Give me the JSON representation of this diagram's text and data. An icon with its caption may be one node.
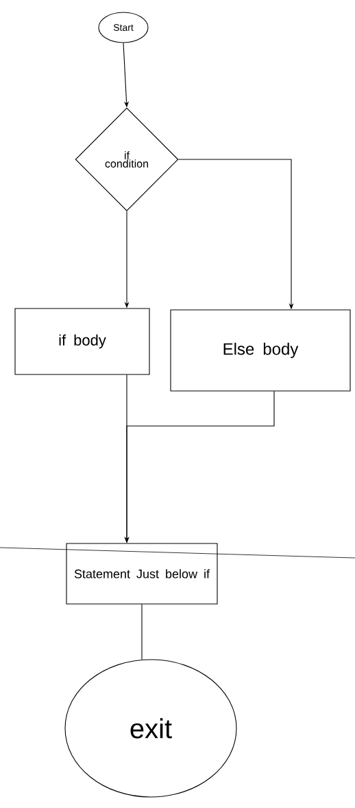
{
  "diagram": {
    "nodes": [
      {
        "text": [
          "Start"
        ]
      },
      {
        "text": [
          "if condition"
        ]
      },
      {
        "text": [
          "if body"
        ]
      },
      {
        "text": [
          "Else body"
        ]
      },
      {
        "text": [
          "Statement Just below if"
        ]
      },
      {
        "text": [
          "exit"
        ]
      }
    ],
    "edges": [
      {
        "from": 0,
        "to": 1,
        "arrow": "to"
      },
      {
        "from": 1,
        "to": 2,
        "arrow": "to"
      },
      {
        "from": 1,
        "to": 3,
        "arrow": "to"
      },
      {
        "from": 2,
        "to": 4,
        "arrow": "to"
      },
      {
        "from": 3,
        "to": 4,
        "arrow": "to"
      },
      {
        "from": 4,
        "to": 5,
        "arrow": "none"
      }
    ]
  }
}
